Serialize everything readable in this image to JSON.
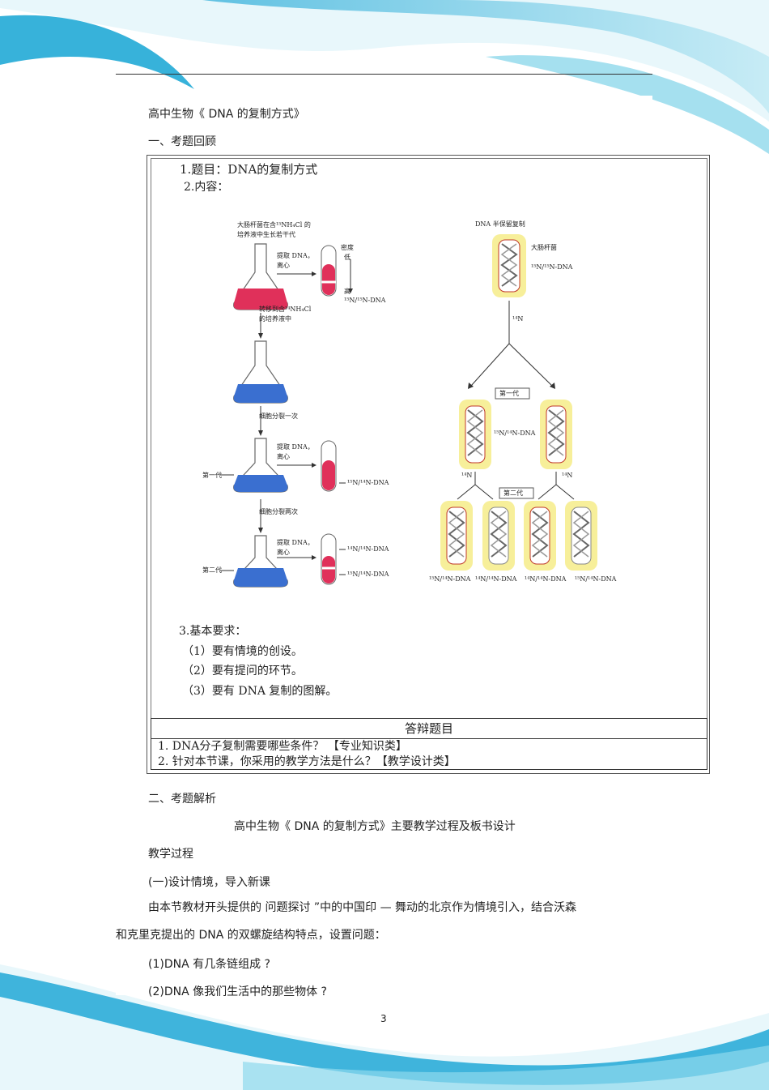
{
  "doc": {
    "title": "高中生物《   DNA  的复制方式》",
    "section1": "一、考题回顾",
    "section2": "二、考题解析",
    "subtitle": "高中生物《   DNA  的复制方式》主要教学过程及板书设计",
    "process_label": "教学过程",
    "step1": "(一)设计情境，导入新课",
    "para_line1": "由本节教材开头提供的      问题探讨 ”中的中国印  — 舞动的北京作为情境引入，结合沃森",
    "para_line2": "和克里克提出的      DNA  的双螺旋结构特点，设置问题：",
    "q1": "(1)DNA   有几条链组成   ?",
    "q2": "(2)DNA   像我们生活中的那些物体      ?",
    "page_number": "3"
  },
  "figure": {
    "line1": "1.题目：DNA的复制方式",
    "line2": "2.内容：",
    "left_caption1": "大肠杆菌在含¹⁵NH₄Cl 的",
    "left_caption2": "培养液中生长若干代",
    "extract1": "提取 DNA，",
    "centrifuge1": "离心",
    "density_low": "密度",
    "density_low2": "低",
    "density_high": "高",
    "band_1515": "¹⁵N/¹⁵N-DNA",
    "transfer1": "转移到含¹⁴NH₄Cl",
    "transfer2": "的培养液中",
    "divide_once": "细胞分裂一次",
    "extract2": "提取 DNA，",
    "centrifuge2": "离心",
    "gen1_label": "第一代",
    "band_1514": "¹⁵N/¹⁴N-DNA",
    "divide_twice": "细胞分裂两次",
    "extract3": "提取 DNA，",
    "centrifuge3": "离心",
    "gen2_label": "第二代",
    "band_g2_top": "¹⁴N/¹⁴N-DNA",
    "band_g2_bot": "¹⁵N/¹⁴N-DNA",
    "right_title": "DNA 半保留复制",
    "ecoli": "大肠杆菌",
    "parent_dna": "¹⁵N/¹⁵N-DNA",
    "n14_top": "¹⁴N",
    "gen1_box": "第一代",
    "gen1_dna": "¹⁵N/¹⁴N-DNA",
    "n14_left": "¹⁴N",
    "n14_right": "¹⁴N",
    "gen2_box": "第二代",
    "g2_1": "¹⁵N/¹⁴N-DNA",
    "g2_2": "¹⁴N/¹⁴N-DNA",
    "g2_3": "¹⁴N/¹⁴N-DNA",
    "g2_4": "¹⁵N/¹⁴N-DNA",
    "req_title": "3.基本要求：",
    "req1": "（1）要有情境的创设。",
    "req2": "（2）要有提问的环节。",
    "req3": "（3）要有 DNA 复制的图解。",
    "ans_head": "答辩题目",
    "ans1": "1. DNA分子复制需要哪些条件？   【专业知识类】",
    "ans2": "2. 针对本节课，你采用的教学方法是什么？【教学设计类】"
  },
  "colors": {
    "wave": "#5bc3df",
    "flask_red": "#e0305a",
    "flask_blue": "#3a6fd0",
    "helix_bg": "#f7ef9a"
  }
}
